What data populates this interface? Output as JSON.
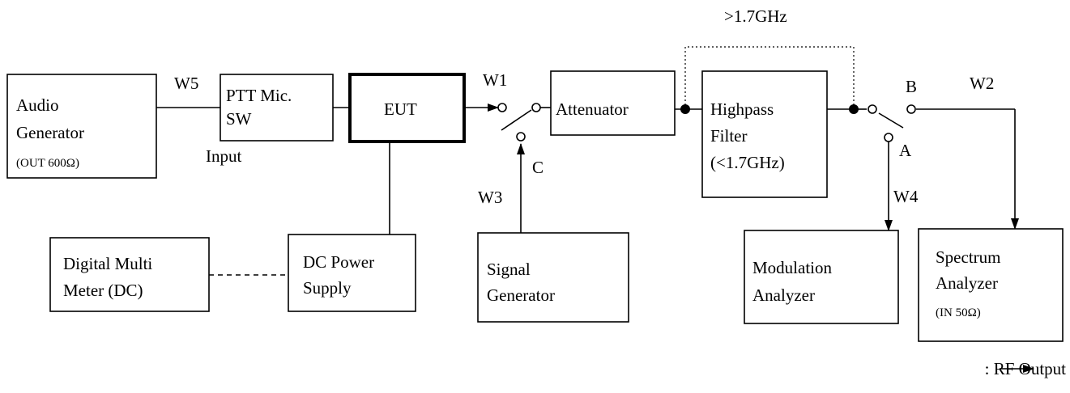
{
  "blocks": {
    "audio_generator": {
      "line1": "Audio",
      "line2": "Generator",
      "sub": "(OUT 600Ω)"
    },
    "ptt": {
      "line1": "PTT Mic.",
      "line2": "SW"
    },
    "eut": {
      "label": "EUT"
    },
    "attenuator": {
      "label": "Attenuator"
    },
    "highpass": {
      "line1": "Highpass",
      "line2": "Filter",
      "line3": "(<1.7GHz)"
    },
    "dmm": {
      "line1": "Digital Multi",
      "line2": "Meter (DC)"
    },
    "dc_power": {
      "line1": "DC Power",
      "line2": "Supply"
    },
    "signal_generator": {
      "line1": "Signal",
      "line2": "Generator"
    },
    "modulation_analyzer": {
      "line1": "Modulation",
      "line2": "Analyzer"
    },
    "spectrum_analyzer": {
      "line1": "Spectrum",
      "line2": "Analyzer",
      "sub": "(IN 50Ω)"
    }
  },
  "labels": {
    "w1": "W1",
    "w2": "W2",
    "w3": "W3",
    "w4": "W4",
    "w5": "W5",
    "input": "Input",
    "a": "A",
    "b": "B",
    "c": "C",
    "bypass": ">1.7GHz"
  },
  "legend": {
    "text": ": RF Output"
  }
}
